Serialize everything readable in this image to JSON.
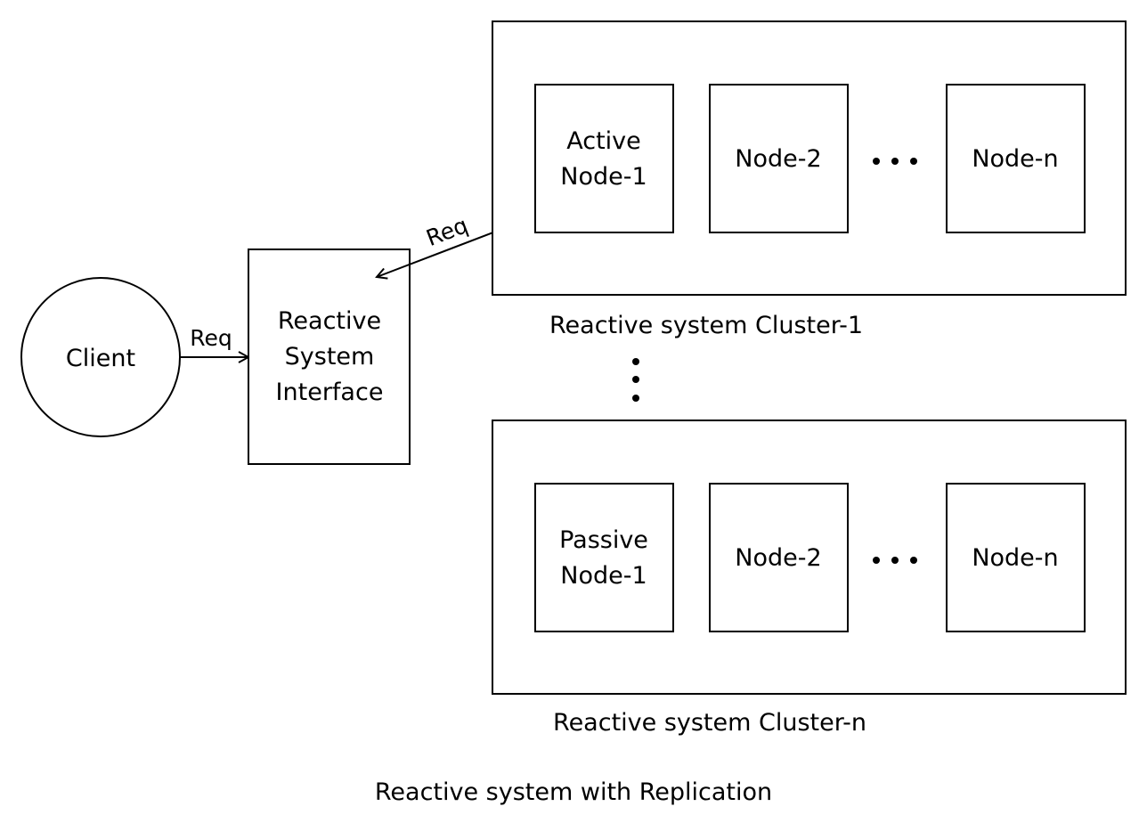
{
  "client": {
    "label": "Client"
  },
  "interface": {
    "lines": [
      "Reactive",
      "System",
      "Interface"
    ]
  },
  "edges": {
    "client_to_interface": "Req",
    "interface_to_active": "Req"
  },
  "cluster1": {
    "label": "Reactive system Cluster-1",
    "nodes": [
      {
        "lines": [
          "Active",
          "Node-1"
        ]
      },
      {
        "lines": [
          "Node-2"
        ]
      },
      {
        "lines": [
          "Node-n"
        ]
      }
    ]
  },
  "clusterN": {
    "label": "Reactive system Cluster-n",
    "nodes": [
      {
        "lines": [
          "Passive",
          "Node-1"
        ]
      },
      {
        "lines": [
          "Node-2"
        ]
      },
      {
        "lines": [
          "Node-n"
        ]
      }
    ]
  },
  "caption": "Reactive system with Replication"
}
